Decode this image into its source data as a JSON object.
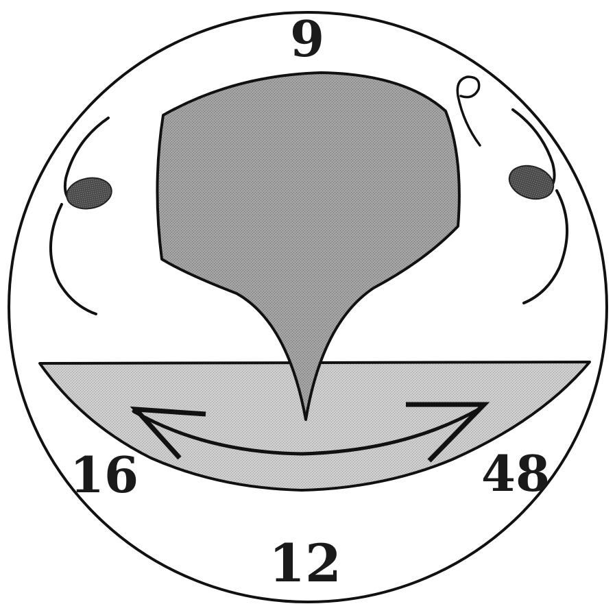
{
  "figure": {
    "labels": {
      "top": "9",
      "left": "16",
      "right": "48",
      "bottom": "12"
    },
    "colors": {
      "outline": "#111111",
      "dark_fill": "#9a9a9a",
      "light_fill": "#c9c9c9",
      "spot_fill": "#555555",
      "background": "#ffffff"
    }
  }
}
